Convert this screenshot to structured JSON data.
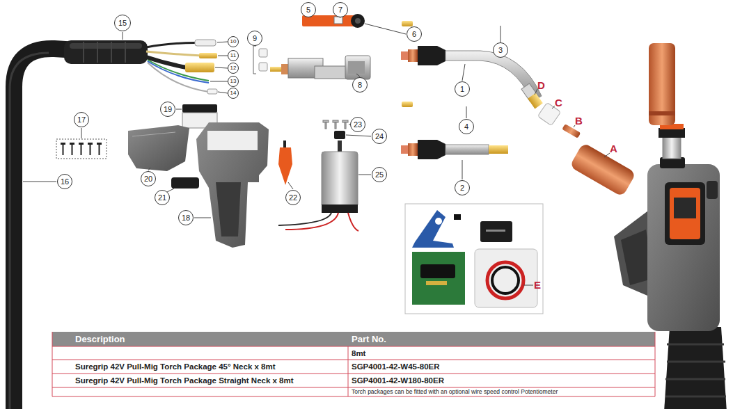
{
  "diagram": {
    "nodes": [
      {
        "text": [
          "5"
        ]
      },
      {
        "text": [
          "7"
        ]
      },
      {
        "text": [
          "15"
        ]
      },
      {
        "text": [
          "6"
        ]
      },
      {
        "text": [
          "9"
        ]
      },
      {
        "text": [
          "10"
        ]
      },
      {
        "text": [
          "3"
        ]
      },
      {
        "text": [
          "11"
        ]
      },
      {
        "text": [
          "12"
        ]
      },
      {
        "text": [
          "13"
        ]
      },
      {
        "text": [
          "8"
        ]
      },
      {
        "text": [
          "1"
        ]
      },
      {
        "text": [
          "14"
        ]
      },
      {
        "text": [
          "19"
        ]
      },
      {
        "text": [
          "17"
        ]
      },
      {
        "text": [
          "4"
        ]
      },
      {
        "text": [
          "23"
        ]
      },
      {
        "text": [
          "24"
        ]
      },
      {
        "text": [
          "25"
        ]
      },
      {
        "text": [
          "20"
        ]
      },
      {
        "text": [
          "16"
        ]
      },
      {
        "text": [
          "2"
        ]
      },
      {
        "text": [
          "21"
        ]
      },
      {
        "text": [
          "22"
        ]
      },
      {
        "text": [
          "18"
        ]
      }
    ],
    "labels": [
      "D",
      "C",
      "B",
      "A",
      "E",
      "Description",
      "Part No.",
      "8mt",
      "Suregrip 42V Pull-Mig Torch Package 45° Neck x 8mt",
      "SGP4001-42-W45-80ER",
      "Suregrip 42V Pull-Mig Torch Package Straight Neck x 8mt",
      "SGP4001-42-W180-80ER",
      "Torch packages can be fitted with an optional wire speed control Potentiometer"
    ]
  }
}
